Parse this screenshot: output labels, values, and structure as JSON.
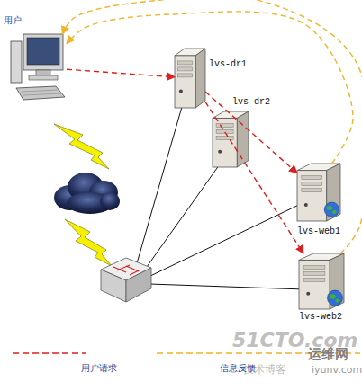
{
  "diagram": {
    "nodes": [
      {
        "text": [
          "用户"
        ]
      },
      {
        "text": [
          "lvs-dr1"
        ]
      },
      {
        "text": [
          "lvs-dr2"
        ]
      },
      {
        "text": [
          "lvs-web1"
        ]
      },
      {
        "text": [
          "lvs-web2"
        ]
      }
    ],
    "edges": [
      {
        "from": 0,
        "to": 1,
        "arrow": "to"
      },
      {
        "from": 1,
        "to": 3,
        "arrow": "to"
      },
      {
        "from": 1,
        "to": 4,
        "arrow": "to"
      },
      {
        "from": 3,
        "to": 0,
        "arrow": "to"
      },
      {
        "from": 4,
        "to": 0,
        "arrow": "to"
      }
    ],
    "labels": [
      "51CTO.com",
      "运维网",
      "iyunv.com",
      "技术博客"
    ],
    "legend": [
      {
        "text": "用户请求"
      },
      {
        "text": "信息反馈"
      }
    ]
  }
}
